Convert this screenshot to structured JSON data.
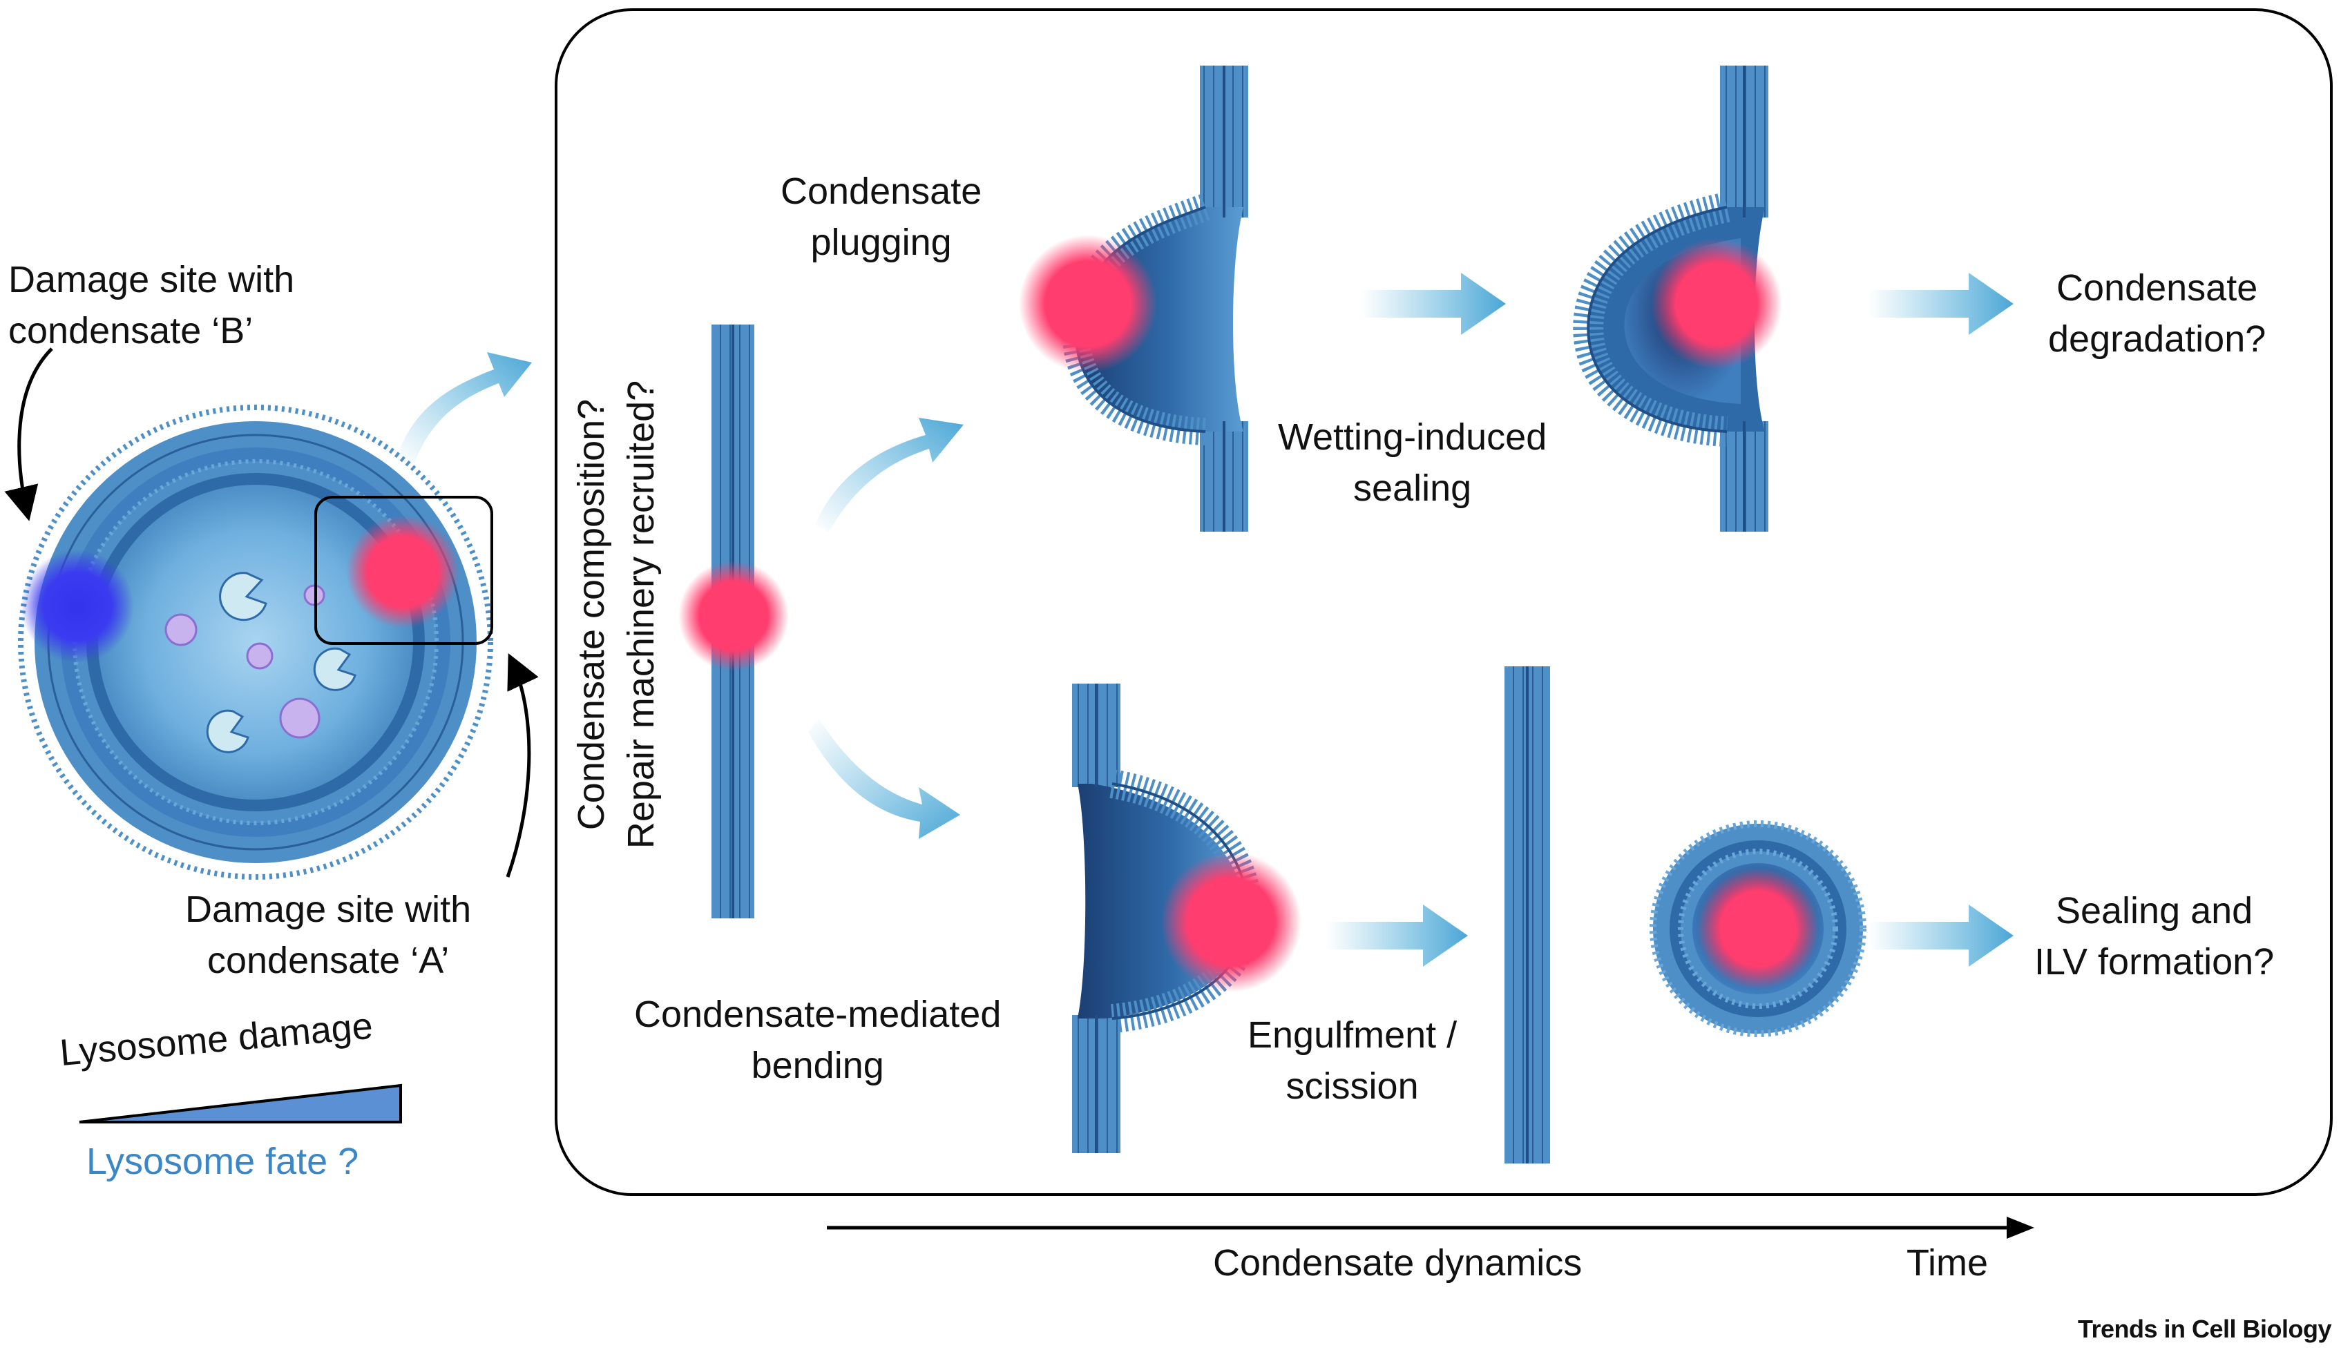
{
  "labels": {
    "damage_b_line1": "Damage site with",
    "damage_b_line2": "condensate ‘B’",
    "damage_a_line1": "Damage site with",
    "damage_a_line2": "condensate ‘A’",
    "lysosome_damage": "Lysosome damage",
    "lysosome_fate": "Lysosome fate ?",
    "vertical_line1": "Condensate composition?",
    "vertical_line2": "Repair machinery recruited?",
    "plugging_line1": "Condensate",
    "plugging_line2": "plugging",
    "wetting_line1": "Wetting-induced",
    "wetting_line2": "sealing",
    "degradation_line1": "Condensate",
    "degradation_line2": "degradation?",
    "bending_line1": "Condensate-mediated",
    "bending_line2": "bending",
    "engulf_line1": "Engulfment /",
    "engulf_line2": "scission",
    "ilv_line1": "Sealing and",
    "ilv_line2": "ILV formation?",
    "timeline": "Condensate dynamics",
    "time": "Time",
    "journal": "Trends in Cell Biology"
  },
  "colors": {
    "membrane": "#4d8fc6",
    "membrane_dark": "#1f4f86",
    "lumen": "#5aa0d6",
    "condensate_a": "#ff3d6e",
    "condensate_b": "#3b3bf0",
    "cargo": "#c9b3ee",
    "enzyme": "#cfe9f2",
    "arrow": "#5ab4dc",
    "accent_text": "#3a86c7"
  }
}
